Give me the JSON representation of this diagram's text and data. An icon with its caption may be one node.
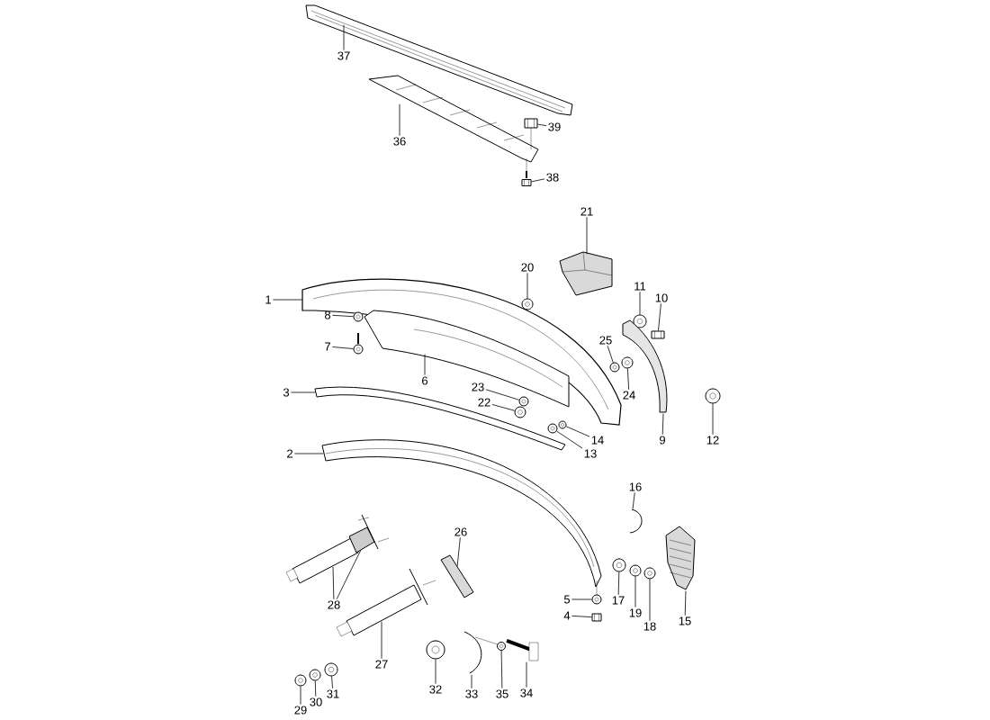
{
  "diagram": {
    "nodes": [
      {
        "text": [
          "37"
        ]
      },
      {
        "text": [
          "36"
        ]
      },
      {
        "text": [
          "39"
        ]
      },
      {
        "text": [
          "38"
        ]
      },
      {
        "text": [
          "21"
        ]
      },
      {
        "text": [
          "20"
        ]
      },
      {
        "text": [
          "1"
        ]
      },
      {
        "text": [
          "11"
        ]
      },
      {
        "text": [
          "10"
        ]
      },
      {
        "text": [
          "8"
        ]
      },
      {
        "text": [
          "7"
        ]
      },
      {
        "text": [
          "25"
        ]
      },
      {
        "text": [
          "6"
        ]
      },
      {
        "text": [
          "24"
        ]
      },
      {
        "text": [
          "3"
        ]
      },
      {
        "text": [
          "23"
        ]
      },
      {
        "text": [
          "22"
        ]
      },
      {
        "text": [
          "12"
        ]
      },
      {
        "text": [
          "9"
        ]
      },
      {
        "text": [
          "14"
        ]
      },
      {
        "text": [
          "13"
        ]
      },
      {
        "text": [
          "2"
        ]
      },
      {
        "text": [
          "16"
        ]
      },
      {
        "text": [
          "26"
        ]
      },
      {
        "text": [
          "28"
        ]
      },
      {
        "text": [
          "5"
        ]
      },
      {
        "text": [
          "4"
        ]
      },
      {
        "text": [
          "17"
        ]
      },
      {
        "text": [
          "19"
        ]
      },
      {
        "text": [
          "18"
        ]
      },
      {
        "text": [
          "15"
        ]
      },
      {
        "text": [
          "27"
        ]
      },
      {
        "text": [
          "29"
        ]
      },
      {
        "text": [
          "30"
        ]
      },
      {
        "text": [
          "31"
        ]
      },
      {
        "text": [
          "32"
        ]
      },
      {
        "text": [
          "33"
        ]
      },
      {
        "text": [
          "35"
        ]
      },
      {
        "text": [
          "34"
        ]
      },
      {
        "text": [],
        "shape": "picture"
      },
      {
        "text": [],
        "shape": "picture"
      },
      {
        "text": [],
        "shape": "picture"
      },
      {
        "text": [],
        "shape": "picture"
      },
      {
        "text": [],
        "shape": "picture"
      },
      {
        "text": [],
        "shape": "picture"
      },
      {
        "text": [],
        "shape": "picture"
      },
      {
        "text": [],
        "shape": "picture"
      },
      {
        "text": [],
        "shape": "picture"
      },
      {
        "text": [],
        "shape": "picture"
      },
      {
        "text": [],
        "shape": "picture"
      },
      {
        "text": [],
        "shape": "picture"
      },
      {
        "text": [],
        "shape": "picture"
      },
      {
        "text": [],
        "shape": "picture"
      },
      {
        "text": [],
        "shape": "picture"
      },
      {
        "text": [],
        "shape": "picture"
      },
      {
        "text": [],
        "shape": "picture"
      },
      {
        "text": [],
        "shape": "picture"
      },
      {
        "text": [],
        "shape": "picture"
      },
      {
        "text": [],
        "shape": "picture"
      },
      {
        "text": [],
        "shape": "picture"
      },
      {
        "text": [],
        "shape": "picture"
      },
      {
        "text": [],
        "shape": "picture"
      },
      {
        "text": [],
        "shape": "picture"
      },
      {
        "text": [],
        "shape": "picture"
      },
      {
        "text": [],
        "shape": "picture"
      },
      {
        "text": [],
        "shape": "picture"
      },
      {
        "text": [],
        "shape": "picture"
      },
      {
        "text": [],
        "shape": "picture"
      },
      {
        "text": [],
        "shape": "picture"
      },
      {
        "text": [],
        "shape": "picture"
      },
      {
        "text": [],
        "shape": "picture"
      },
      {
        "text": [],
        "shape": "picture"
      },
      {
        "text": [],
        "shape": "picture"
      },
      {
        "text": [],
        "shape": "picture"
      },
      {
        "text": [],
        "shape": "picture"
      },
      {
        "text": [],
        "shape": "picture"
      },
      {
        "text": [],
        "shape": "picture"
      },
      {
        "text": [],
        "shape": "picture"
      },
      {
        "text": [],
        "shape": "picture"
      }
    ],
    "edges": [
      {
        "from": 0,
        "to": 39,
        "arrow": "none"
      },
      {
        "from": 1,
        "to": 40,
        "arrow": "none"
      },
      {
        "from": 2,
        "to": 41,
        "arrow": "none"
      },
      {
        "from": 3,
        "to": 42,
        "arrow": "none"
      },
      {
        "from": 4,
        "to": 43,
        "arrow": "none"
      },
      {
        "from": 5,
        "to": 44,
        "arrow": "none"
      },
      {
        "from": 6,
        "to": 45,
        "arrow": "none"
      },
      {
        "from": 7,
        "to": 46,
        "arrow": "none"
      },
      {
        "from": 8,
        "to": 47,
        "arrow": "none"
      },
      {
        "from": 9,
        "to": 48,
        "arrow": "none"
      },
      {
        "from": 10,
        "to": 49,
        "arrow": "none"
      },
      {
        "from": 11,
        "to": 50,
        "arrow": "none"
      },
      {
        "from": 12,
        "to": 51,
        "arrow": "none"
      },
      {
        "from": 13,
        "to": 52,
        "arrow": "none"
      },
      {
        "from": 14,
        "to": 53,
        "arrow": "none"
      },
      {
        "from": 15,
        "to": 54,
        "arrow": "none"
      },
      {
        "from": 16,
        "to": 55,
        "arrow": "none"
      },
      {
        "from": 17,
        "to": 56,
        "arrow": "none"
      },
      {
        "from": 18,
        "to": 57,
        "arrow": "none"
      },
      {
        "from": 19,
        "to": 58,
        "arrow": "none"
      },
      {
        "from": 20,
        "to": 59,
        "arrow": "none"
      },
      {
        "from": 21,
        "to": 60,
        "arrow": "none"
      },
      {
        "from": 22,
        "to": 61,
        "arrow": "none"
      },
      {
        "from": 23,
        "to": 62,
        "arrow": "none"
      },
      {
        "from": 24,
        "to": 63,
        "arrow": "none"
      },
      {
        "from": 24,
        "to": 64,
        "arrow": "none"
      },
      {
        "from": 25,
        "to": 65,
        "arrow": "none"
      },
      {
        "from": 26,
        "to": 66,
        "arrow": "none"
      },
      {
        "from": 27,
        "to": 67,
        "arrow": "none"
      },
      {
        "from": 28,
        "to": 68,
        "arrow": "none"
      },
      {
        "from": 29,
        "to": 69,
        "arrow": "none"
      },
      {
        "from": 30,
        "to": 70,
        "arrow": "none"
      },
      {
        "from": 31,
        "to": 71,
        "arrow": "none"
      },
      {
        "from": 32,
        "to": 72,
        "arrow": "none"
      },
      {
        "from": 33,
        "to": 73,
        "arrow": "none"
      },
      {
        "from": 34,
        "to": 74,
        "arrow": "none"
      },
      {
        "from": 35,
        "to": 75,
        "arrow": "none"
      },
      {
        "from": 36,
        "to": 76,
        "arrow": "none"
      },
      {
        "from": 37,
        "to": 77,
        "arrow": "none"
      },
      {
        "from": 38,
        "to": 78,
        "arrow": "none"
      }
    ]
  }
}
